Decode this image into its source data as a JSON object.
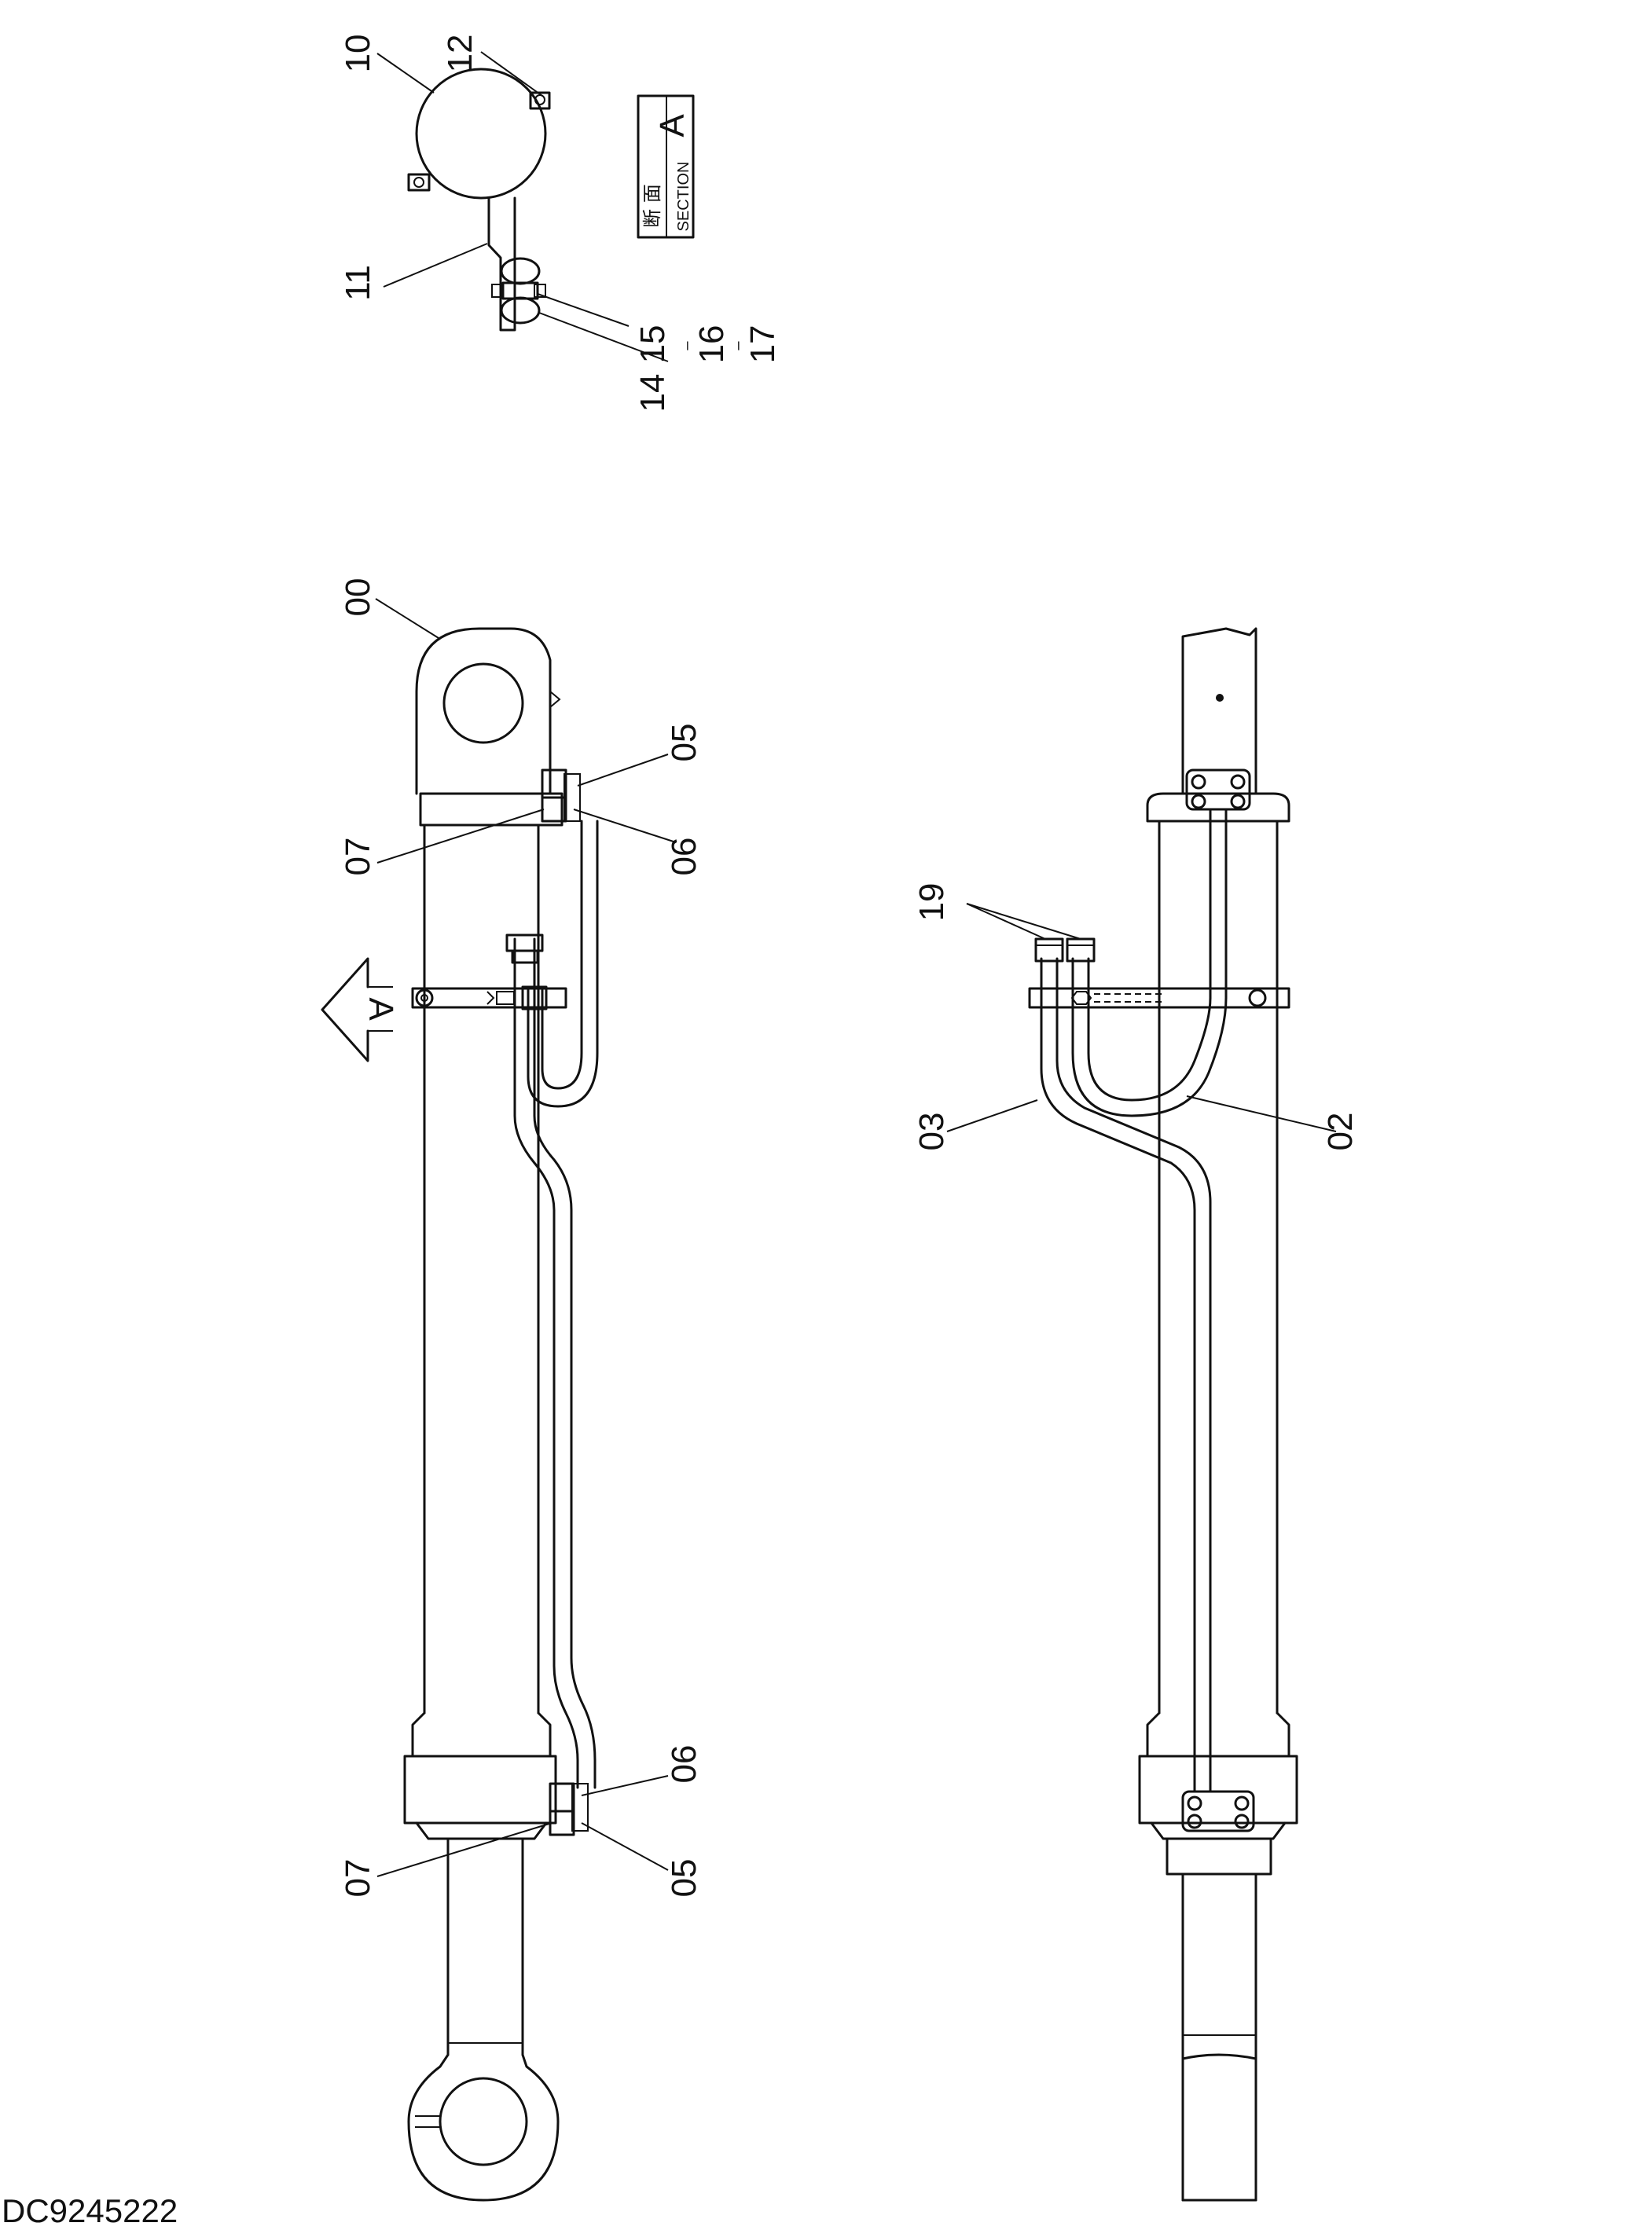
{
  "drawing_number": "DC9245222",
  "section_box": {
    "letter": "A",
    "japanese": "断 面",
    "english": "SECTION"
  },
  "section_arrow_letter": "A",
  "part_numbers": {
    "p00": "00",
    "p02": "02",
    "p03": "03",
    "p05": "05",
    "p06": "06",
    "p07": "07",
    "p10": "10",
    "p11": "11",
    "p12": "12",
    "p14": "14",
    "p15": "15",
    "p16": "16",
    "p17": "17",
    "p19": "19"
  },
  "dash": "–"
}
